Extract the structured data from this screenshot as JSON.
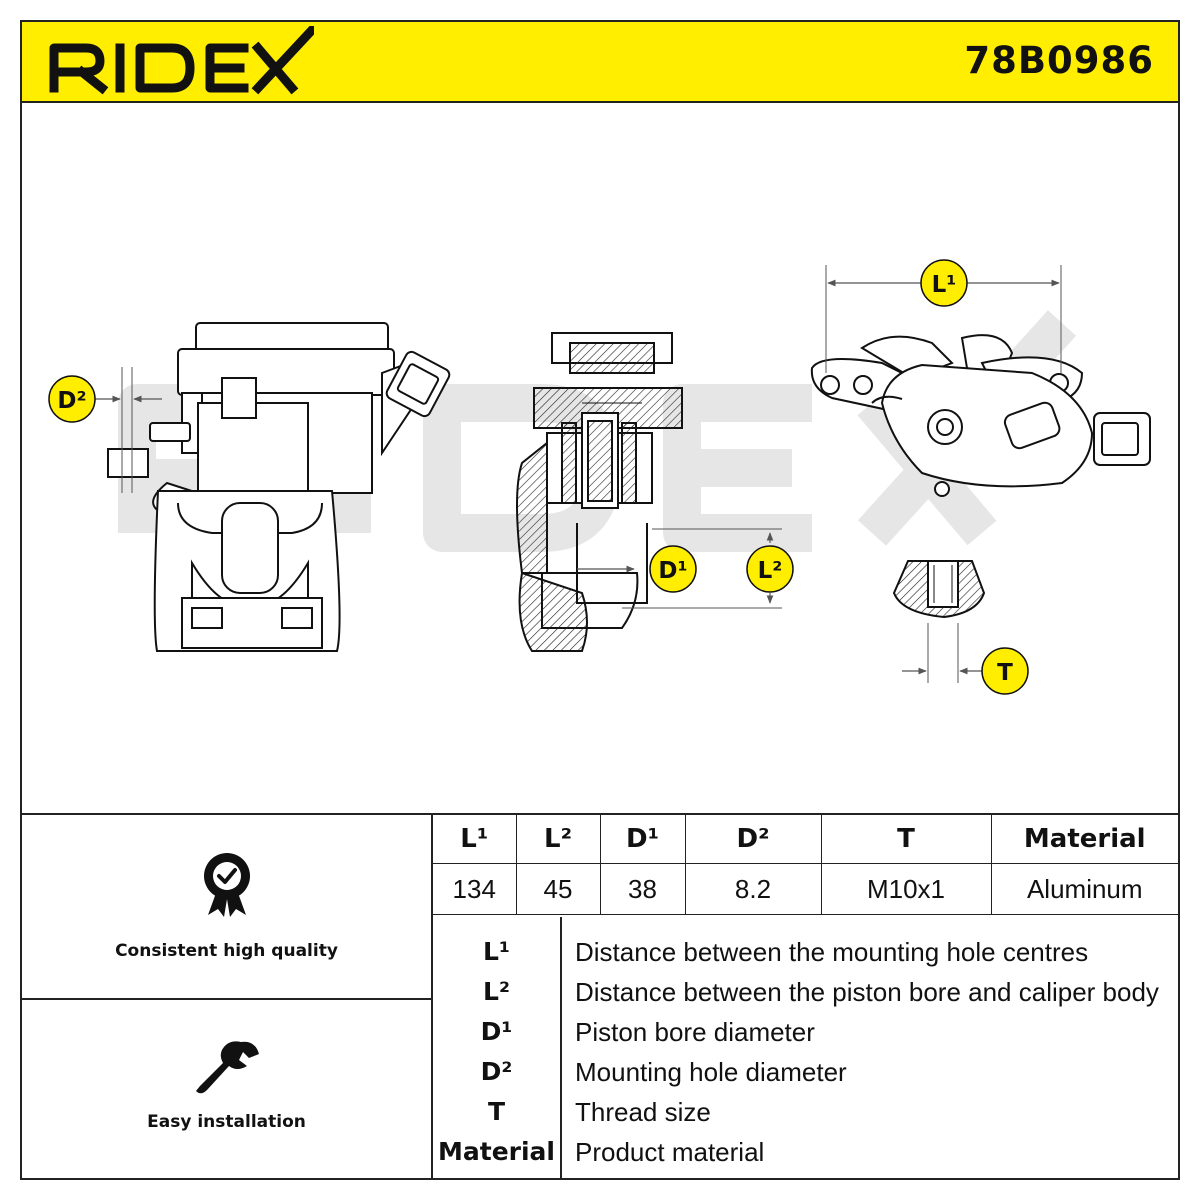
{
  "brand": {
    "logo_text": "RIDEX",
    "part_number": "78B0986",
    "color_yellow": "#ffee00"
  },
  "drawing": {
    "callouts": {
      "d2": "D²",
      "l1": "L¹",
      "d1": "D¹",
      "l2": "L²",
      "t": "T"
    }
  },
  "features": [
    {
      "label": "Consistent high quality",
      "icon": "quality-badge-icon"
    },
    {
      "label": "Easy installation",
      "icon": "wrench-icon"
    }
  ],
  "spec_table": {
    "headers": [
      "L¹",
      "L²",
      "D¹",
      "D²",
      "T",
      "Material"
    ],
    "values": [
      "134",
      "45",
      "38",
      "8.2",
      "M10x1",
      "Aluminum"
    ]
  },
  "legend": [
    {
      "key": "L¹",
      "desc": "Distance between the mounting hole centres"
    },
    {
      "key": "L²",
      "desc": "Distance between the piston bore and caliper body"
    },
    {
      "key": "D¹",
      "desc": "Piston bore diameter"
    },
    {
      "key": "D²",
      "desc": "Mounting hole diameter"
    },
    {
      "key": "T",
      "desc": "Thread size"
    },
    {
      "key": "Material",
      "desc": "Product material"
    }
  ]
}
